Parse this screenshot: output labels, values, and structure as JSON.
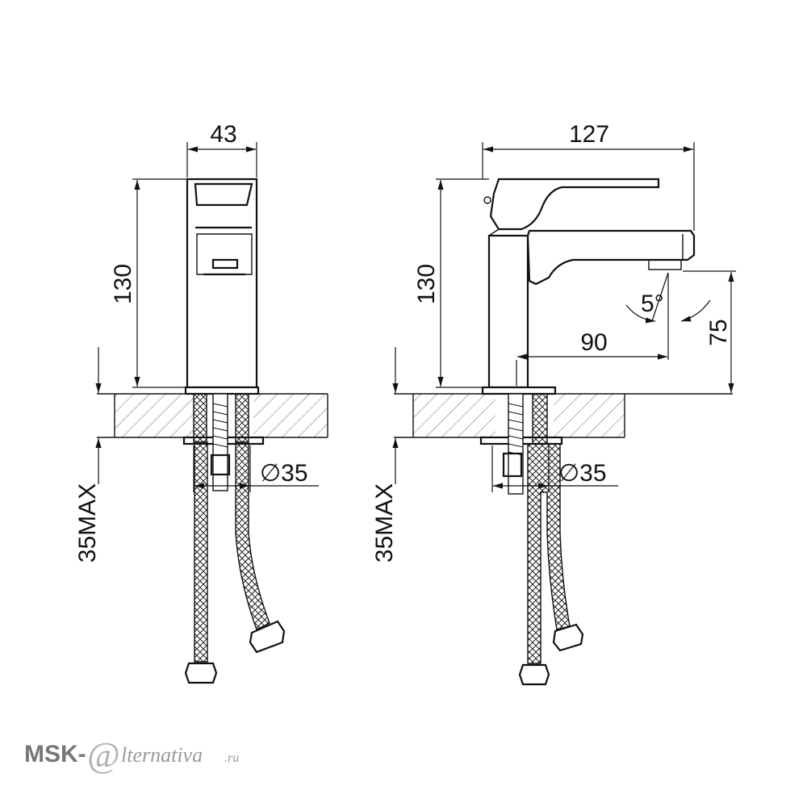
{
  "side_view": {
    "width_label": "43",
    "height_label": "130",
    "max_thickness_label": "35MAX",
    "hole_label": "∅35"
  },
  "front_view": {
    "length_label": "127",
    "height_label": "130",
    "reach_label": "90",
    "spout_height_label": "75",
    "angle_label": "5°",
    "max_thickness_label": "35MAX",
    "hole_label": "∅35"
  },
  "watermark": {
    "part1": "MSK-",
    "part2": "@",
    "part3": "lternativa",
    "part4": ".ru"
  }
}
